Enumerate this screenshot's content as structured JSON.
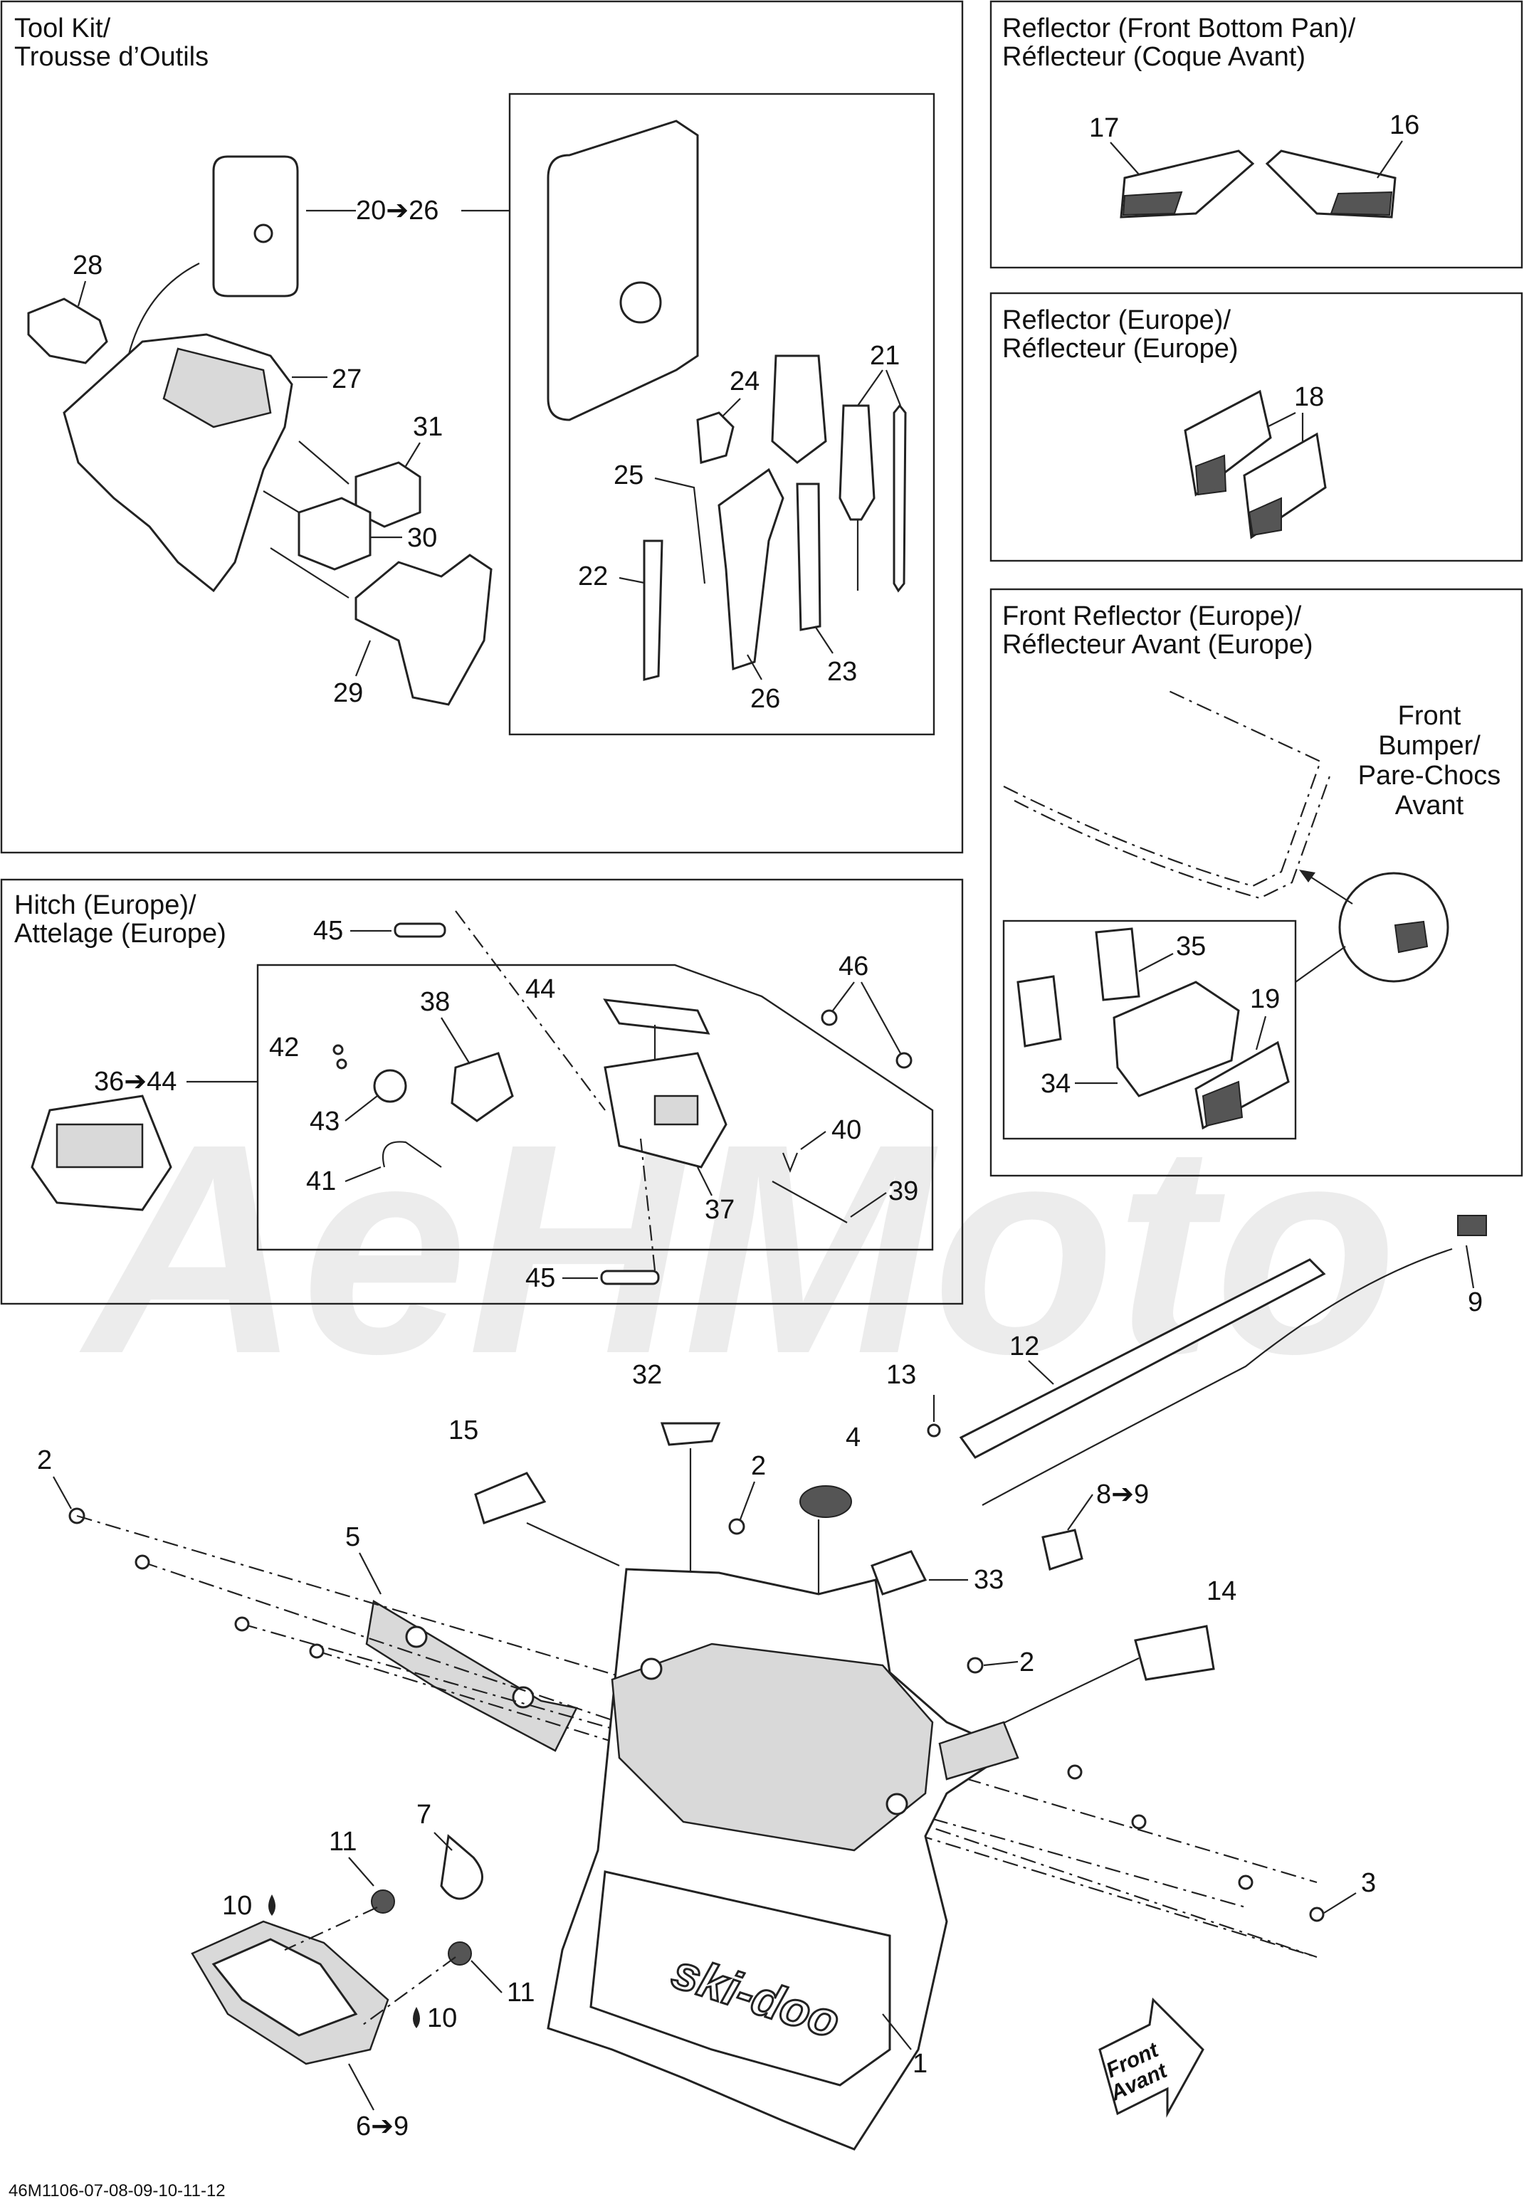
{
  "panels": {
    "tool_kit": {
      "title_line1": "Tool Kit/",
      "title_line2": "Trousse d’Outils"
    },
    "reflector_front_bottom_pan": {
      "title_line1": "Reflector (Front Bottom Pan)/",
      "title_line2": "Réflecteur (Coque Avant)"
    },
    "reflector_europe": {
      "title_line1": "Reflector (Europe)/",
      "title_line2": "Réflecteur (Europe)"
    },
    "front_reflector_europe": {
      "title_line1": "Front Reflector (Europe)/",
      "title_line2": "Réflecteur Avant (Europe)",
      "bumper_line1": "Front",
      "bumper_line2": "Bumper/",
      "bumper_line3": "Pare-Chocs",
      "bumper_line4": "Avant"
    },
    "hitch_europe": {
      "title_line1": "Hitch (Europe)/",
      "title_line2": "Attelage (Europe)"
    }
  },
  "callouts": {
    "c20_26": "20➔26",
    "c28": "28",
    "c27": "27",
    "c31": "31",
    "c30": "30",
    "c29": "29",
    "c21": "21",
    "c24": "24",
    "c25": "25",
    "c22": "22",
    "c23": "23",
    "c26": "26",
    "c17": "17",
    "c16": "16",
    "c18": "18",
    "c35": "35",
    "c19": "19",
    "c34": "34",
    "c45a": "45",
    "c44": "44",
    "c46": "46",
    "c38": "38",
    "c42": "42",
    "c36_44": "36➔44",
    "c43": "43",
    "c40": "40",
    "c41": "41",
    "c37": "37",
    "c39": "39",
    "c45b": "45",
    "c9": "9",
    "c12": "12",
    "c13": "13",
    "c32": "32",
    "c15": "15",
    "c2a": "2",
    "c2b": "2",
    "c2c": "2",
    "c4": "4",
    "c8_9": "8➔9",
    "c5": "5",
    "c33": "33",
    "c14": "14",
    "c7": "7",
    "c11a": "11",
    "c10a": "10",
    "c10b": "10",
    "c11b": "11",
    "c3": "3",
    "c1": "1",
    "c6_9": "6➔9"
  },
  "logo_text": "ski-doo",
  "front_arrow": {
    "line1": "Front",
    "line2": "Avant"
  },
  "watermark": "AeHMoto",
  "footer_code": "46M1106-07-08-09-10-11-12"
}
